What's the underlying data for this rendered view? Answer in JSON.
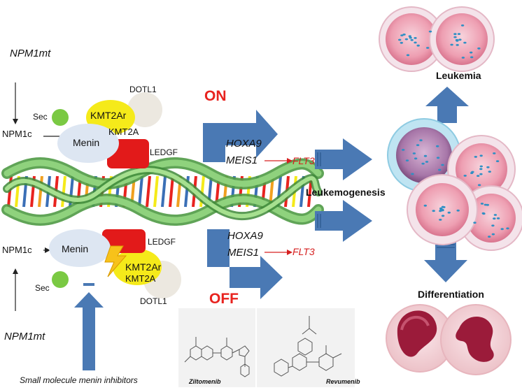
{
  "upper_state": {
    "label": "ON",
    "npm1mt": "NPM1mt",
    "npm1c": "NPM1c",
    "sec": "Sec",
    "dotl1": "DOTL1",
    "kmt2ar": "KMT2Ar",
    "kmt2a": "KMT2A",
    "menin": "Menin",
    "ledgf": "LEDGF",
    "gene1": "HOXA9",
    "gene2": "MEIS1",
    "target": "FLT3"
  },
  "lower_state": {
    "label": "OFF",
    "npm1mt": "NPM1mt",
    "npm1c": "NPM1c",
    "sec": "Sec",
    "dotl1": "DOTL1",
    "kmt2ar": "KMT2Ar",
    "kmt2a": "KMT2A",
    "menin": "Menin",
    "ledgf": "LEDGF",
    "gene1": "HOXA9",
    "gene2": "MEIS1",
    "target": "FLT3",
    "inhibitor_label": "Small molecule menin inhibitors",
    "inhibitor_symbol": "–"
  },
  "drugs": [
    {
      "name": "Ziltomenib"
    },
    {
      "name": "Revumenib"
    }
  ],
  "outcomes": {
    "leukemia": "Leukemia",
    "leukemogenesis": "Leukemogenesis",
    "differentiation": "Differentiation"
  },
  "colors": {
    "arrow_blue": "#4a79b4",
    "on_off_red": "#e8231f",
    "flt3_red": "#d62020",
    "menin": "#dde6f2",
    "kmt2a": "#f5ea1a",
    "ledgf": "#e21a1a",
    "sec": "#7ac943",
    "dotl1": "#ece8e0",
    "dna_green": "#7cc46a"
  }
}
